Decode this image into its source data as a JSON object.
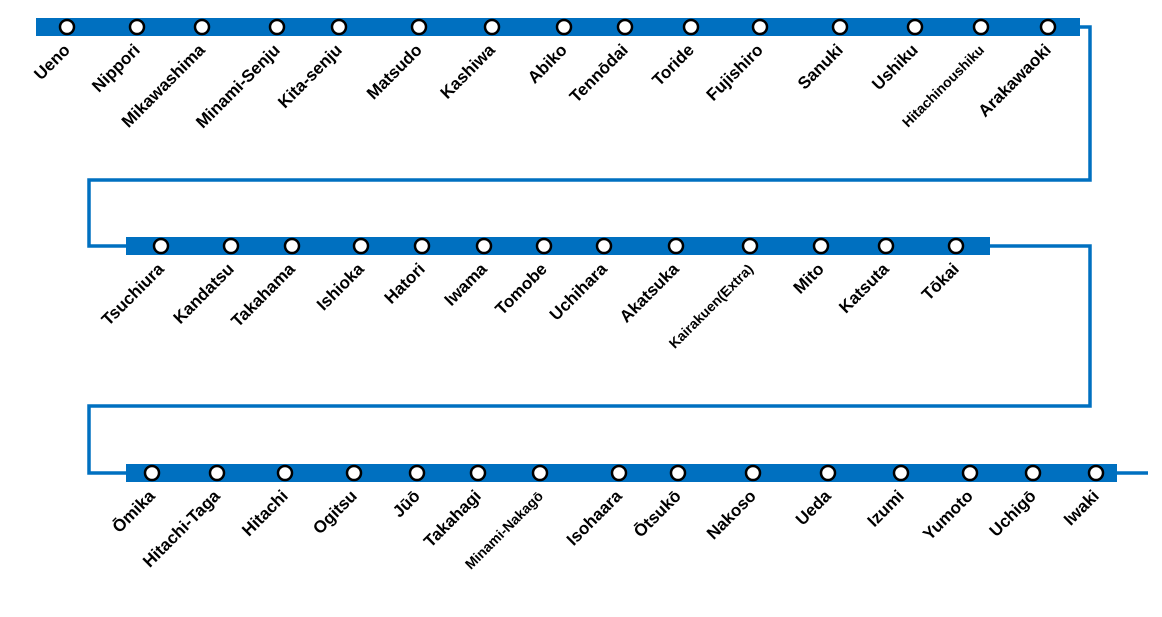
{
  "colors": {
    "line": "#0070c0",
    "dot_fill": "#ffffff",
    "dot_stroke": "#000000",
    "text": "#000000"
  },
  "rows": [
    {
      "stations": [
        "Ueno",
        "Nippori",
        "Mikawashima",
        "Minami-Senju",
        "Kita-senju",
        "Matsudo",
        "Kashiwa",
        "Abiko",
        "Tennōdai",
        "Toride",
        "Fujishiro",
        "Sanuki",
        "Ushiku",
        "Hitachinoushiku",
        "Arakawaoki"
      ]
    },
    {
      "stations": [
        "Tsuchiura",
        "Kandatsu",
        "Takahama",
        "Ishioka",
        "Hatori",
        "Iwama",
        "Tomobe",
        "Uchihara",
        "Akatsuka",
        "Kairakuen(Extra)",
        "Mito",
        "Katsuta",
        "Tōkai"
      ]
    },
    {
      "stations": [
        "Ōmika",
        "Hitachi-Taga",
        "Hitachi",
        "Ogitsu",
        "Jūō",
        "Takahagi",
        "Minami-Nakagō",
        "Isohaara",
        "Ōtsukō",
        "Nakoso",
        "Ueda",
        "Izumi",
        "Yumoto",
        "Uchigō",
        "Iwaki"
      ]
    }
  ]
}
